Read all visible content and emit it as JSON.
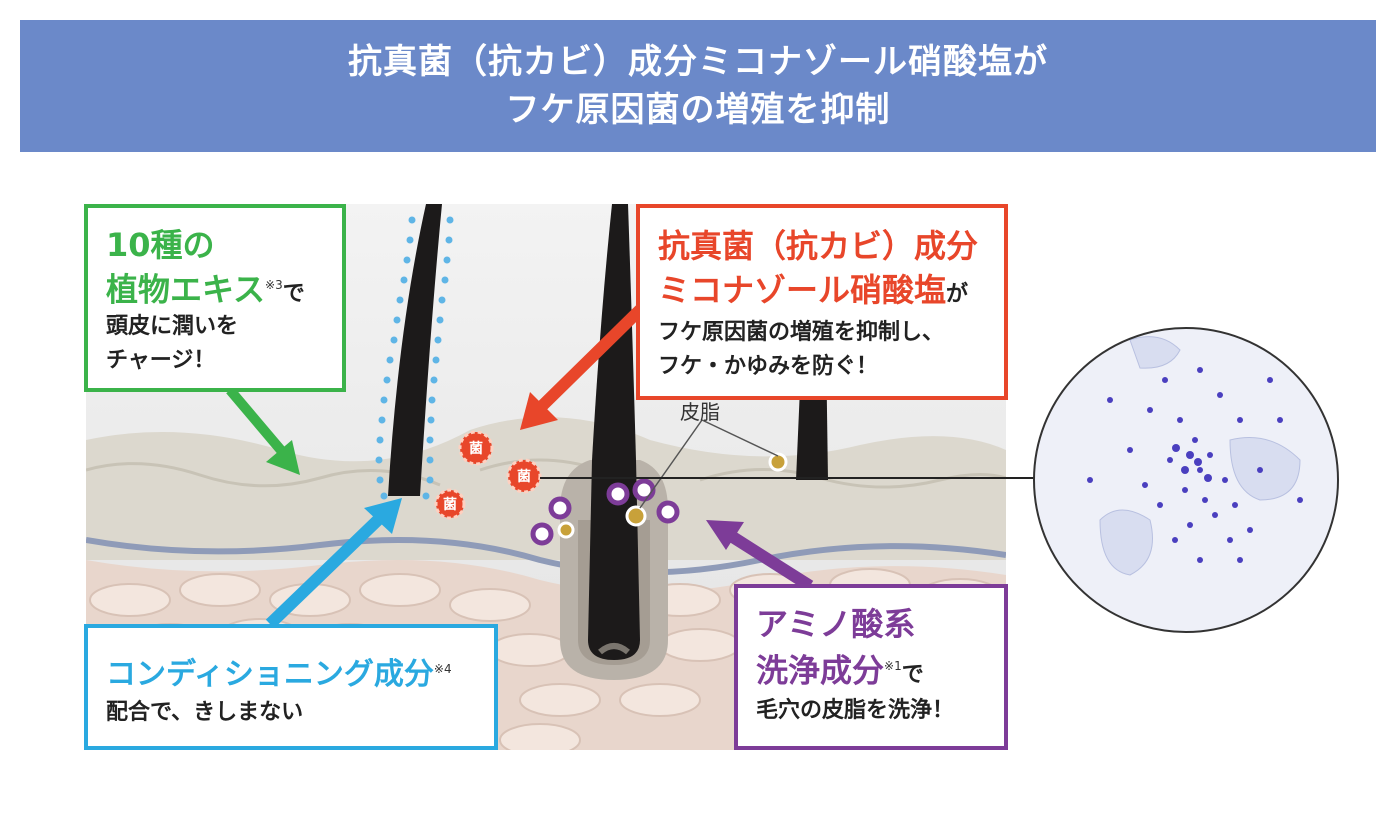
{
  "header": {
    "line1": "抗真菌（抗カビ）成分ミコナゾール硝酸塩が",
    "line2": "フケ原因菌の増殖を抑制"
  },
  "callouts": {
    "green": {
      "line1": "10種の",
      "line2": "植物エキス",
      "note": "※3",
      "suffix": "で",
      "line3": "頭皮に潤いを",
      "line4": "チャージ！",
      "color": "#3bb34a"
    },
    "red": {
      "line1": "抗真菌（抗カビ）成分",
      "line2": "ミコナゾール硝酸塩",
      "suffix": "が",
      "line3": "フケ原因菌の増殖を抑制し、",
      "line4": "フケ・かゆみを防ぐ！",
      "color": "#e8462a"
    },
    "blue": {
      "line1": "コンディショニング成分",
      "note": "※4",
      "line2": "配合で、きしまない",
      "color": "#2aa9e0"
    },
    "purple": {
      "line1": "アミノ酸系",
      "line2": "洗浄成分",
      "note": "※1",
      "suffix": "で",
      "line3": "毛穴の皮脂を洗浄！",
      "color": "#7d3c98"
    }
  },
  "labels": {
    "sebum": "皮脂",
    "bacteria": "菌"
  }
}
